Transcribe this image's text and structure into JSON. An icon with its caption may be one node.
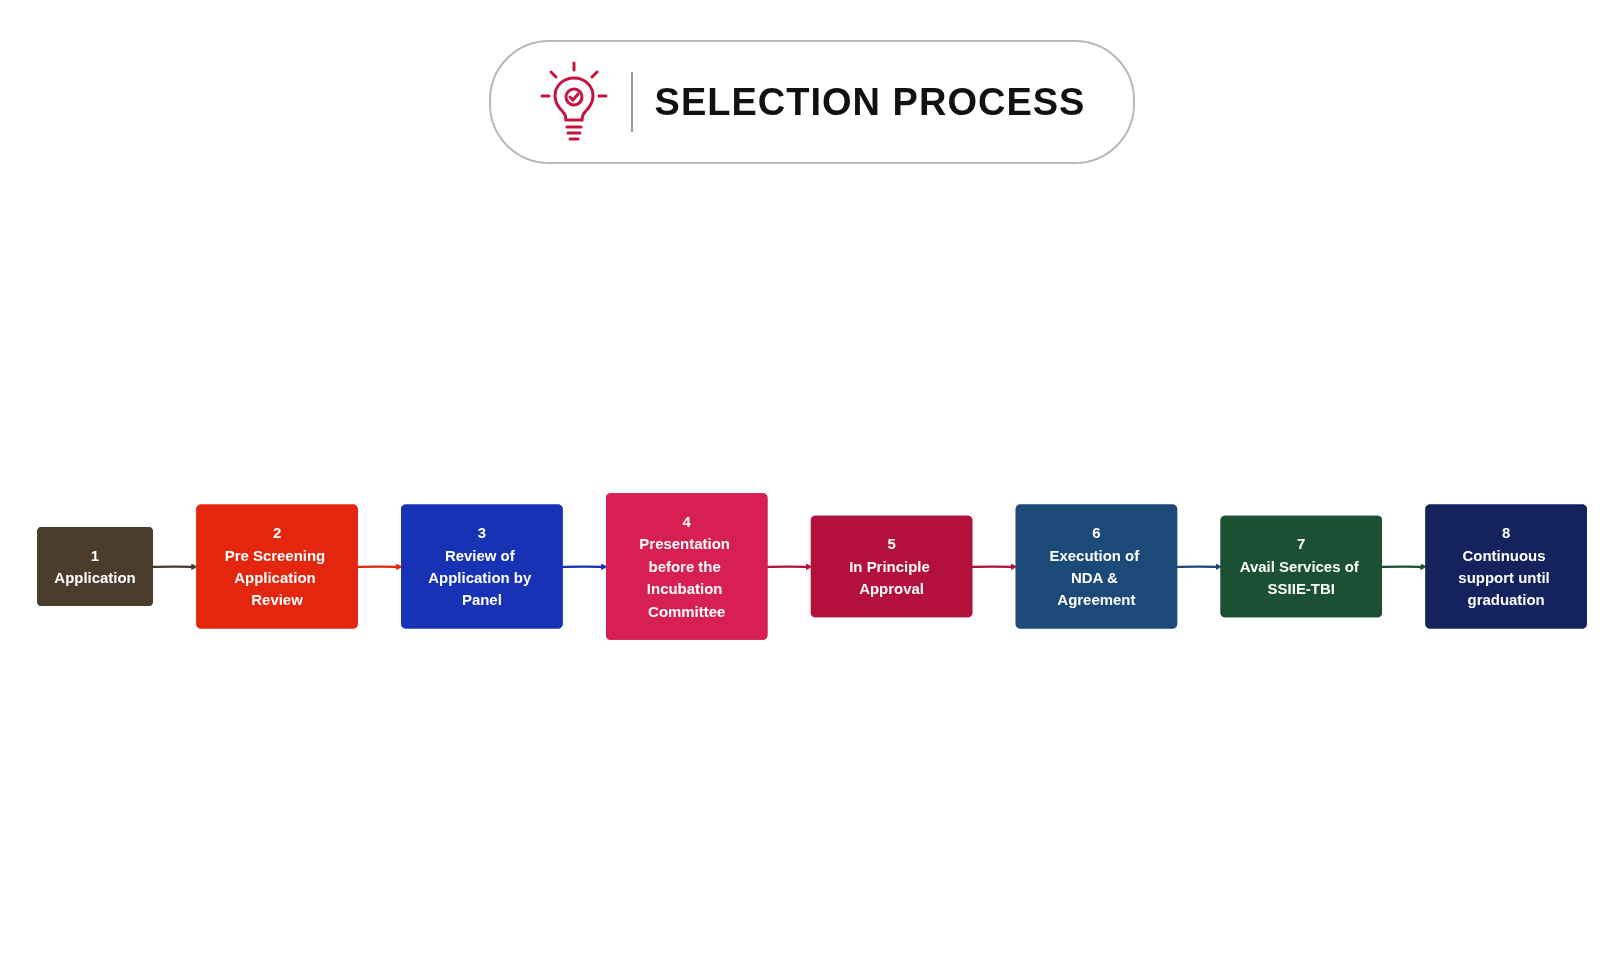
{
  "diagram": {
    "title": "SELECTION PROCESS",
    "nodes": [
      {
        "text": [
          "1",
          "Application"
        ]
      },
      {
        "text": [
          "2",
          "Pre Screening Application Review"
        ]
      },
      {
        "text": [
          "3",
          "Review of Application by Panel"
        ]
      },
      {
        "text": [
          "4",
          "Presentation before the Incubation Committee"
        ]
      },
      {
        "text": [
          "5",
          "In Principle Approval"
        ]
      },
      {
        "text": [
          "6",
          "Execution of NDA & Agreement"
        ]
      },
      {
        "text": [
          "7",
          "Avail Services of SSIIE-TBI"
        ]
      },
      {
        "text": [
          "8",
          "Continuous support until graduation"
        ]
      }
    ],
    "edges": [
      {
        "from": 0,
        "to": 1,
        "arrow": "to",
        "color": "#4a3d2c"
      },
      {
        "from": 1,
        "to": 2,
        "arrow": "to",
        "color": "#e5260f"
      },
      {
        "from": 2,
        "to": 3,
        "arrow": "to",
        "color": "#1732b5"
      },
      {
        "from": 3,
        "to": 4,
        "arrow": "to",
        "color": "#b3113c"
      },
      {
        "from": 4,
        "to": 5,
        "arrow": "to",
        "color": "#b3113c"
      },
      {
        "from": 5,
        "to": 6,
        "arrow": "to",
        "color": "#1c4a78"
      },
      {
        "from": 6,
        "to": 7,
        "arrow": "to",
        "color": "#1b5033"
      }
    ]
  }
}
